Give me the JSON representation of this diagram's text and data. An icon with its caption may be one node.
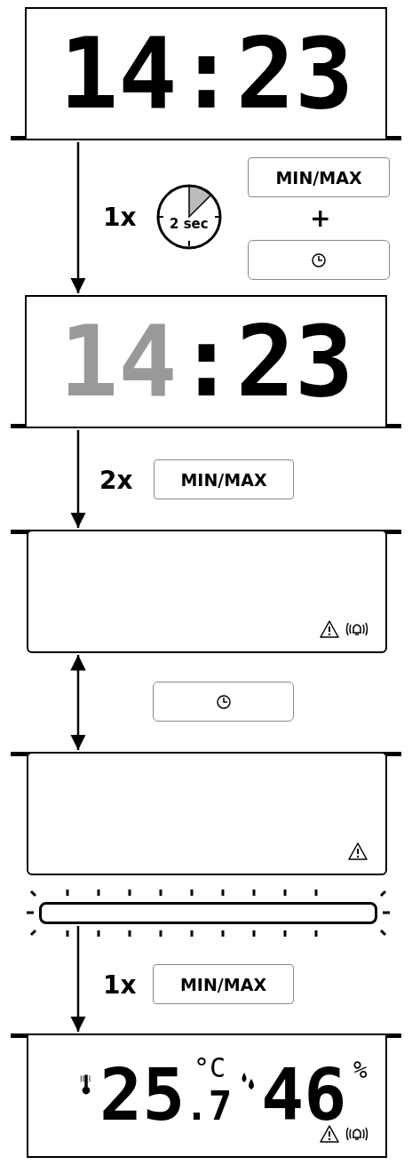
{
  "diagram": {
    "nodes": [
      {
        "text": [
          "14:23"
        ]
      },
      {
        "text": [
          "2 sec"
        ]
      },
      {
        "text": [
          "MIN/MAX"
        ]
      },
      {
        "text": [],
        "shape": "box"
      },
      {
        "text": [
          "14:23"
        ]
      },
      {
        "text": [
          "MIN/MAX"
        ]
      },
      {
        "text": [],
        "shape": "box"
      },
      {
        "text": [],
        "shape": "box"
      },
      {
        "text": [],
        "shape": "box"
      },
      {
        "text": [],
        "shape": "bar"
      },
      {
        "text": [
          "MIN/MAX"
        ]
      },
      {
        "text": [
          "25$_{.7}$",
          "°C",
          "46",
          "%"
        ]
      }
    ],
    "edges": [
      {
        "from": 0,
        "to": 4,
        "arrow": "to",
        "label": "1x"
      },
      {
        "from": 4,
        "to": 6,
        "arrow": "to",
        "label": "2x"
      },
      {
        "from": 6,
        "to": 8,
        "arrow": "both"
      },
      {
        "from": 9,
        "to": 11,
        "arrow": "to",
        "label": "1x"
      }
    ],
    "labels": [
      "+"
    ]
  }
}
